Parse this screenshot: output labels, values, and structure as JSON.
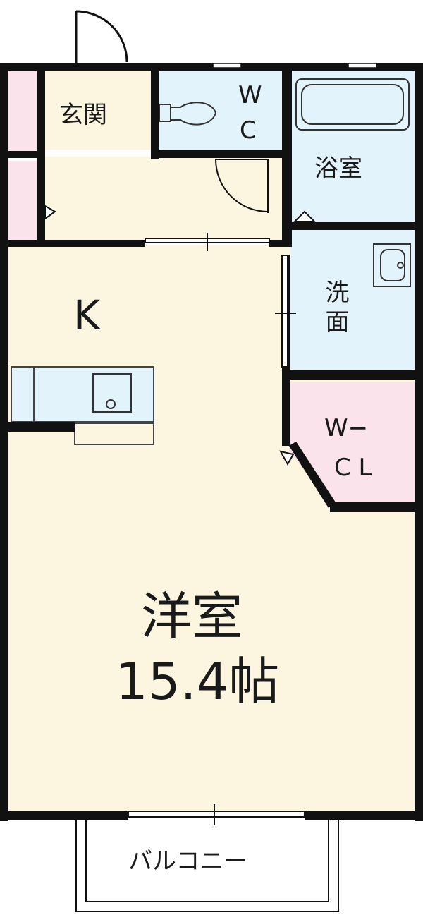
{
  "floor_plan": {
    "rooms": {
      "genkan": "玄関",
      "wc_line1": "W",
      "wc_line2": "C",
      "bath": "浴室",
      "washroom": "洗面",
      "kitchen": "K",
      "closet_line1": "W−",
      "closet_line2": "C L",
      "western_room": "洋室",
      "western_room_size": "15.4帖",
      "balcony": "バルコニー"
    },
    "colors": {
      "living_floor": "#fcf6e0",
      "wet_area": "#e3f3fc",
      "closet": "#fbe3ec",
      "wall": "#111111"
    }
  }
}
